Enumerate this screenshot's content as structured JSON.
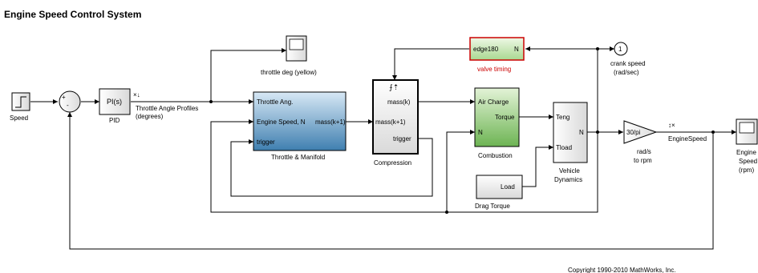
{
  "title": "Engine Speed Control System",
  "copyright": "Copyright 1990-2010 MathWorks, Inc.",
  "blocks": {
    "speed_step": {
      "label": "Speed"
    },
    "sum": {
      "minus_sign": "-"
    },
    "pid": {
      "content": "PI(s)",
      "label": "PID"
    },
    "throttle_signal": {
      "label_line1": "Throttle Angle Profiles",
      "label_line2": "(degrees)",
      "marker": "×↓"
    },
    "throttle_scope": {
      "label": "throttle deg (yellow)"
    },
    "throttle_manifold": {
      "label": "Throttle & Manifold",
      "port_throttle": "Throttle Ang.",
      "port_engine": "Engine Speed, N",
      "port_out": "mass(k+1)",
      "port_trigger": "trigger"
    },
    "compression": {
      "label": "Compression",
      "icon": "⨍⇡",
      "port_in_top": "mass(k)",
      "port_in": "mass(k+1)",
      "port_trigger": "trigger"
    },
    "valve_timing": {
      "content": "edge180",
      "port": "N",
      "label": "valve timing",
      "color": "#cc0000"
    },
    "crank_out": {
      "number": "1",
      "label_line1": "crank speed",
      "label_line2": "(rad/sec)"
    },
    "combustion": {
      "label": "Combustion",
      "port_air": "Air Charge",
      "port_torque": "Torque",
      "port_n": "N",
      "color": "#7dbf5f"
    },
    "drag": {
      "label": "Drag Torque",
      "port": "Load"
    },
    "vehicle": {
      "label_line1": "Vehicle",
      "label_line2": "Dynamics",
      "port_teng": "Teng",
      "port_tload": "Tload",
      "port_n": "N"
    },
    "gain": {
      "content": "30/pi",
      "label_line1": "rad/s",
      "label_line2": "to rpm"
    },
    "engine_speed_signal": {
      "label": "EngineSpeed",
      "marker": "↕×"
    },
    "engine_scope": {
      "label_line1": "Engine",
      "label_line2": "Speed",
      "label_line3": "(rpm)"
    }
  }
}
